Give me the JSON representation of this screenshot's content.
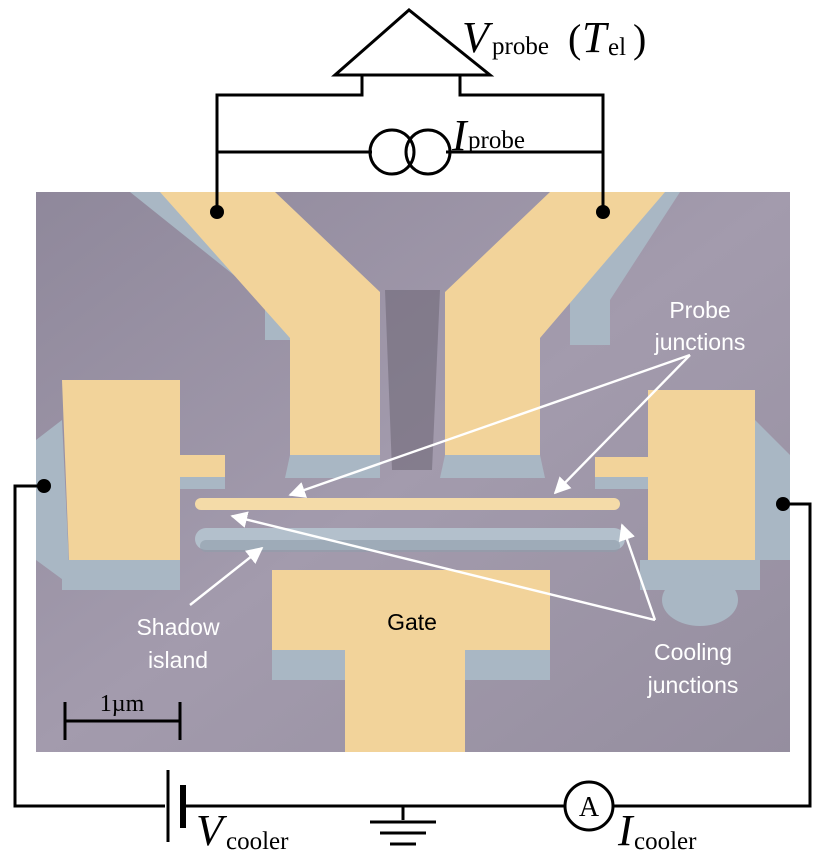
{
  "labels": {
    "v_probe_main": "V",
    "v_probe_sub": "probe",
    "t_el_main": "T",
    "t_el_sub": "el",
    "i_probe_main": "I",
    "i_probe_sub": "probe",
    "probe_junctions_line1": "Probe",
    "probe_junctions_line2": "junctions",
    "shadow_island_line1": "Shadow",
    "shadow_island_line2": "island",
    "gate": "Gate",
    "cooling_junctions_line1": "Cooling",
    "cooling_junctions_line2": "junctions",
    "scale_bar": "1µm",
    "v_cooler_main": "V",
    "v_cooler_sub": "cooler",
    "ammeter": "A",
    "i_cooler_main": "I",
    "i_cooler_sub": "cooler"
  },
  "colors": {
    "substrate": "#9b93a6",
    "gold_electrode": "#f2d39a",
    "aluminum": "#a9b7c4",
    "annotation": "#ffffff",
    "circuit": "#000000"
  }
}
